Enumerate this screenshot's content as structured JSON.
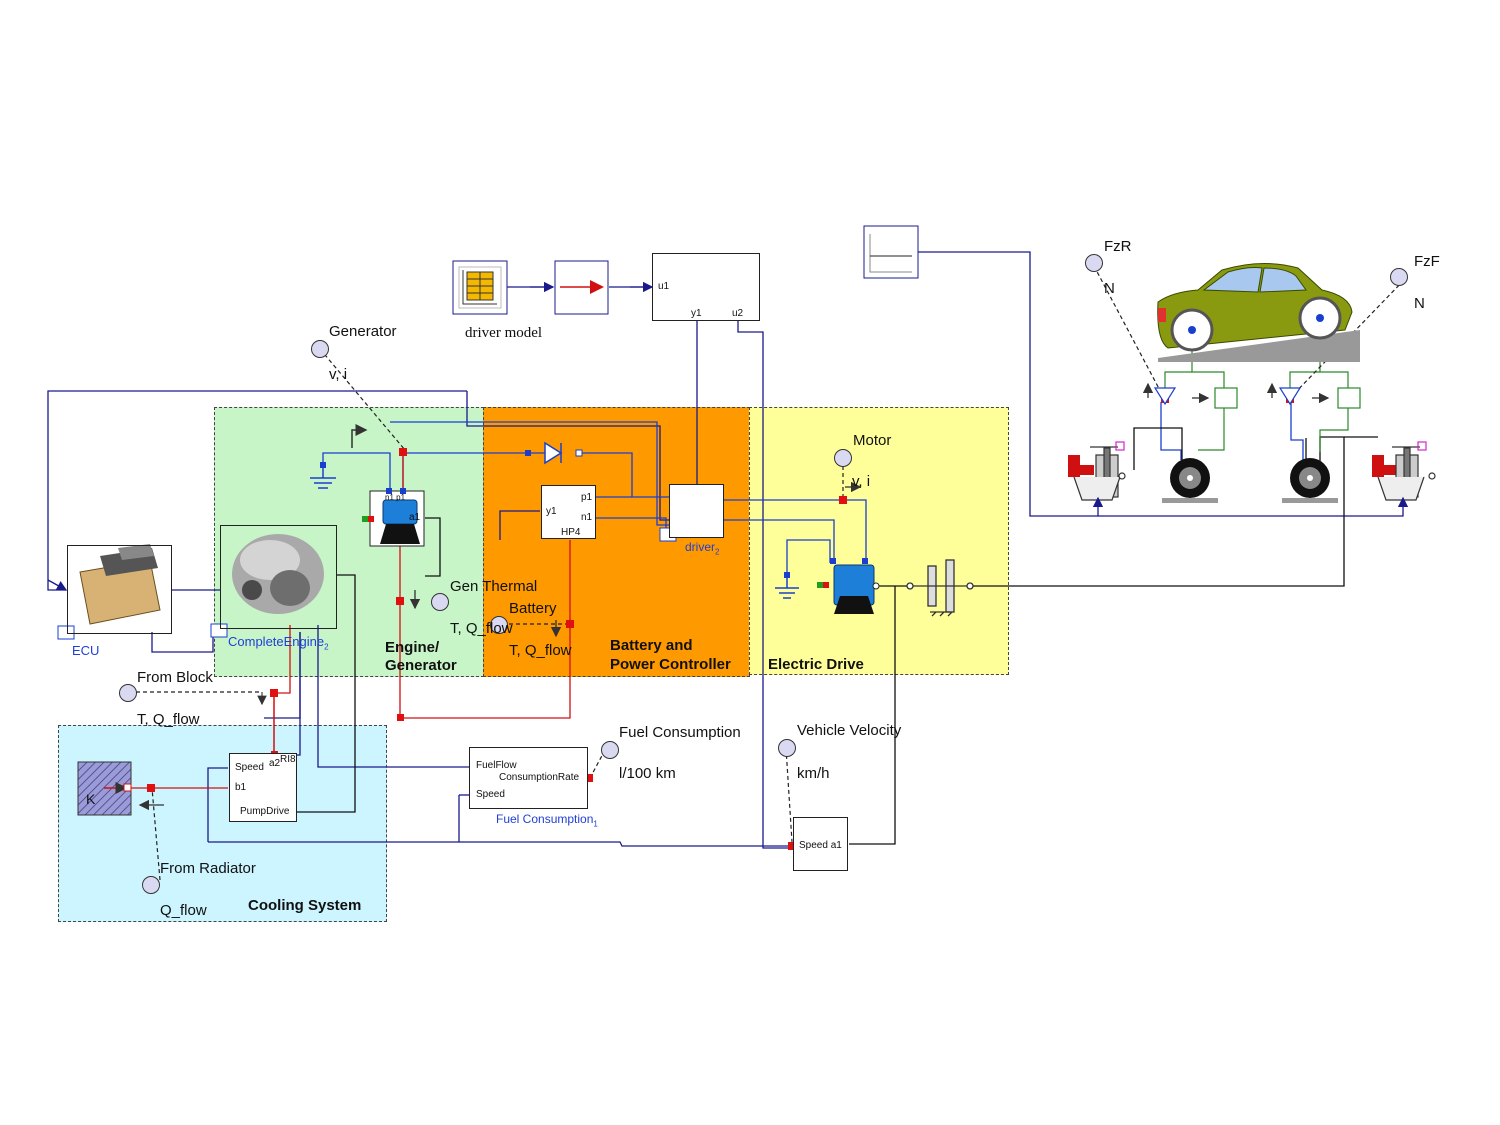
{
  "regions": {
    "engine": {
      "title_line1": "Engine/",
      "title_line2": "Generator",
      "color": "#c8f5c8"
    },
    "battery": {
      "title_line1": "Battery and",
      "title_line2": "Power Controller",
      "color": "#ff9900"
    },
    "drive": {
      "title": "Electric Drive",
      "color": "#ffff99"
    },
    "cooling": {
      "title": "Cooling System",
      "color": "#ccf5ff"
    }
  },
  "labels": {
    "driver_model": "driver model",
    "generator": "Generator",
    "generator_vi": "v, i",
    "motor": "Motor",
    "motor_vi": "v, i",
    "gen_thermal": "Gen Thermal",
    "battery": "Battery",
    "t_q_flow_gen": "T, Q_flow",
    "t_q_flow_batt": "T, Q_flow",
    "from_block": "From Block",
    "t_q_flow_block": "T, Q_flow",
    "from_radiator": "From Radiator",
    "q_flow": "Q_flow",
    "fuel_consumption": "Fuel Consumption",
    "fuel_unit": "l/100 km",
    "vehicle_velocity": "Vehicle Velocity",
    "velocity_unit": "km/h",
    "fzr": "FzR",
    "fzr_unit": "N",
    "fzf": "FzF",
    "fzf_unit": "N"
  },
  "blocks": {
    "ecu": "ECU",
    "complete_engine": "CompleteEngine",
    "complete_engine_sub": "2",
    "driver": "driver",
    "driver_sub": "2",
    "fuel_block": "Fuel Consumption",
    "fuel_block_sub": "1",
    "fuel_flow": "FuelFlow",
    "consumption_rate": "ConsumptionRate",
    "speed": "Speed",
    "speed_a1": "Speed a1",
    "pump_speed": "Speed",
    "pump_b1": "b1",
    "pump_a2": "a2",
    "pump_rl8": "RI8",
    "pump_drive": "PumpDrive",
    "k": "K",
    "u1": "u1",
    "y1": "y1",
    "u2": "u2",
    "hp_y1": "y1",
    "hp_p1": "p1",
    "hp_n1": "n1",
    "hp4": "HP4",
    "gen_a1": "a1",
    "gen_top": "n1 p1"
  },
  "colors": {
    "signal_wire": "#1a1a8c",
    "electric_wire": "#1a3fcf",
    "thermal_wire": "#d01010",
    "mech_wire": "#111111",
    "frame_wire": "#2a8a2a"
  }
}
